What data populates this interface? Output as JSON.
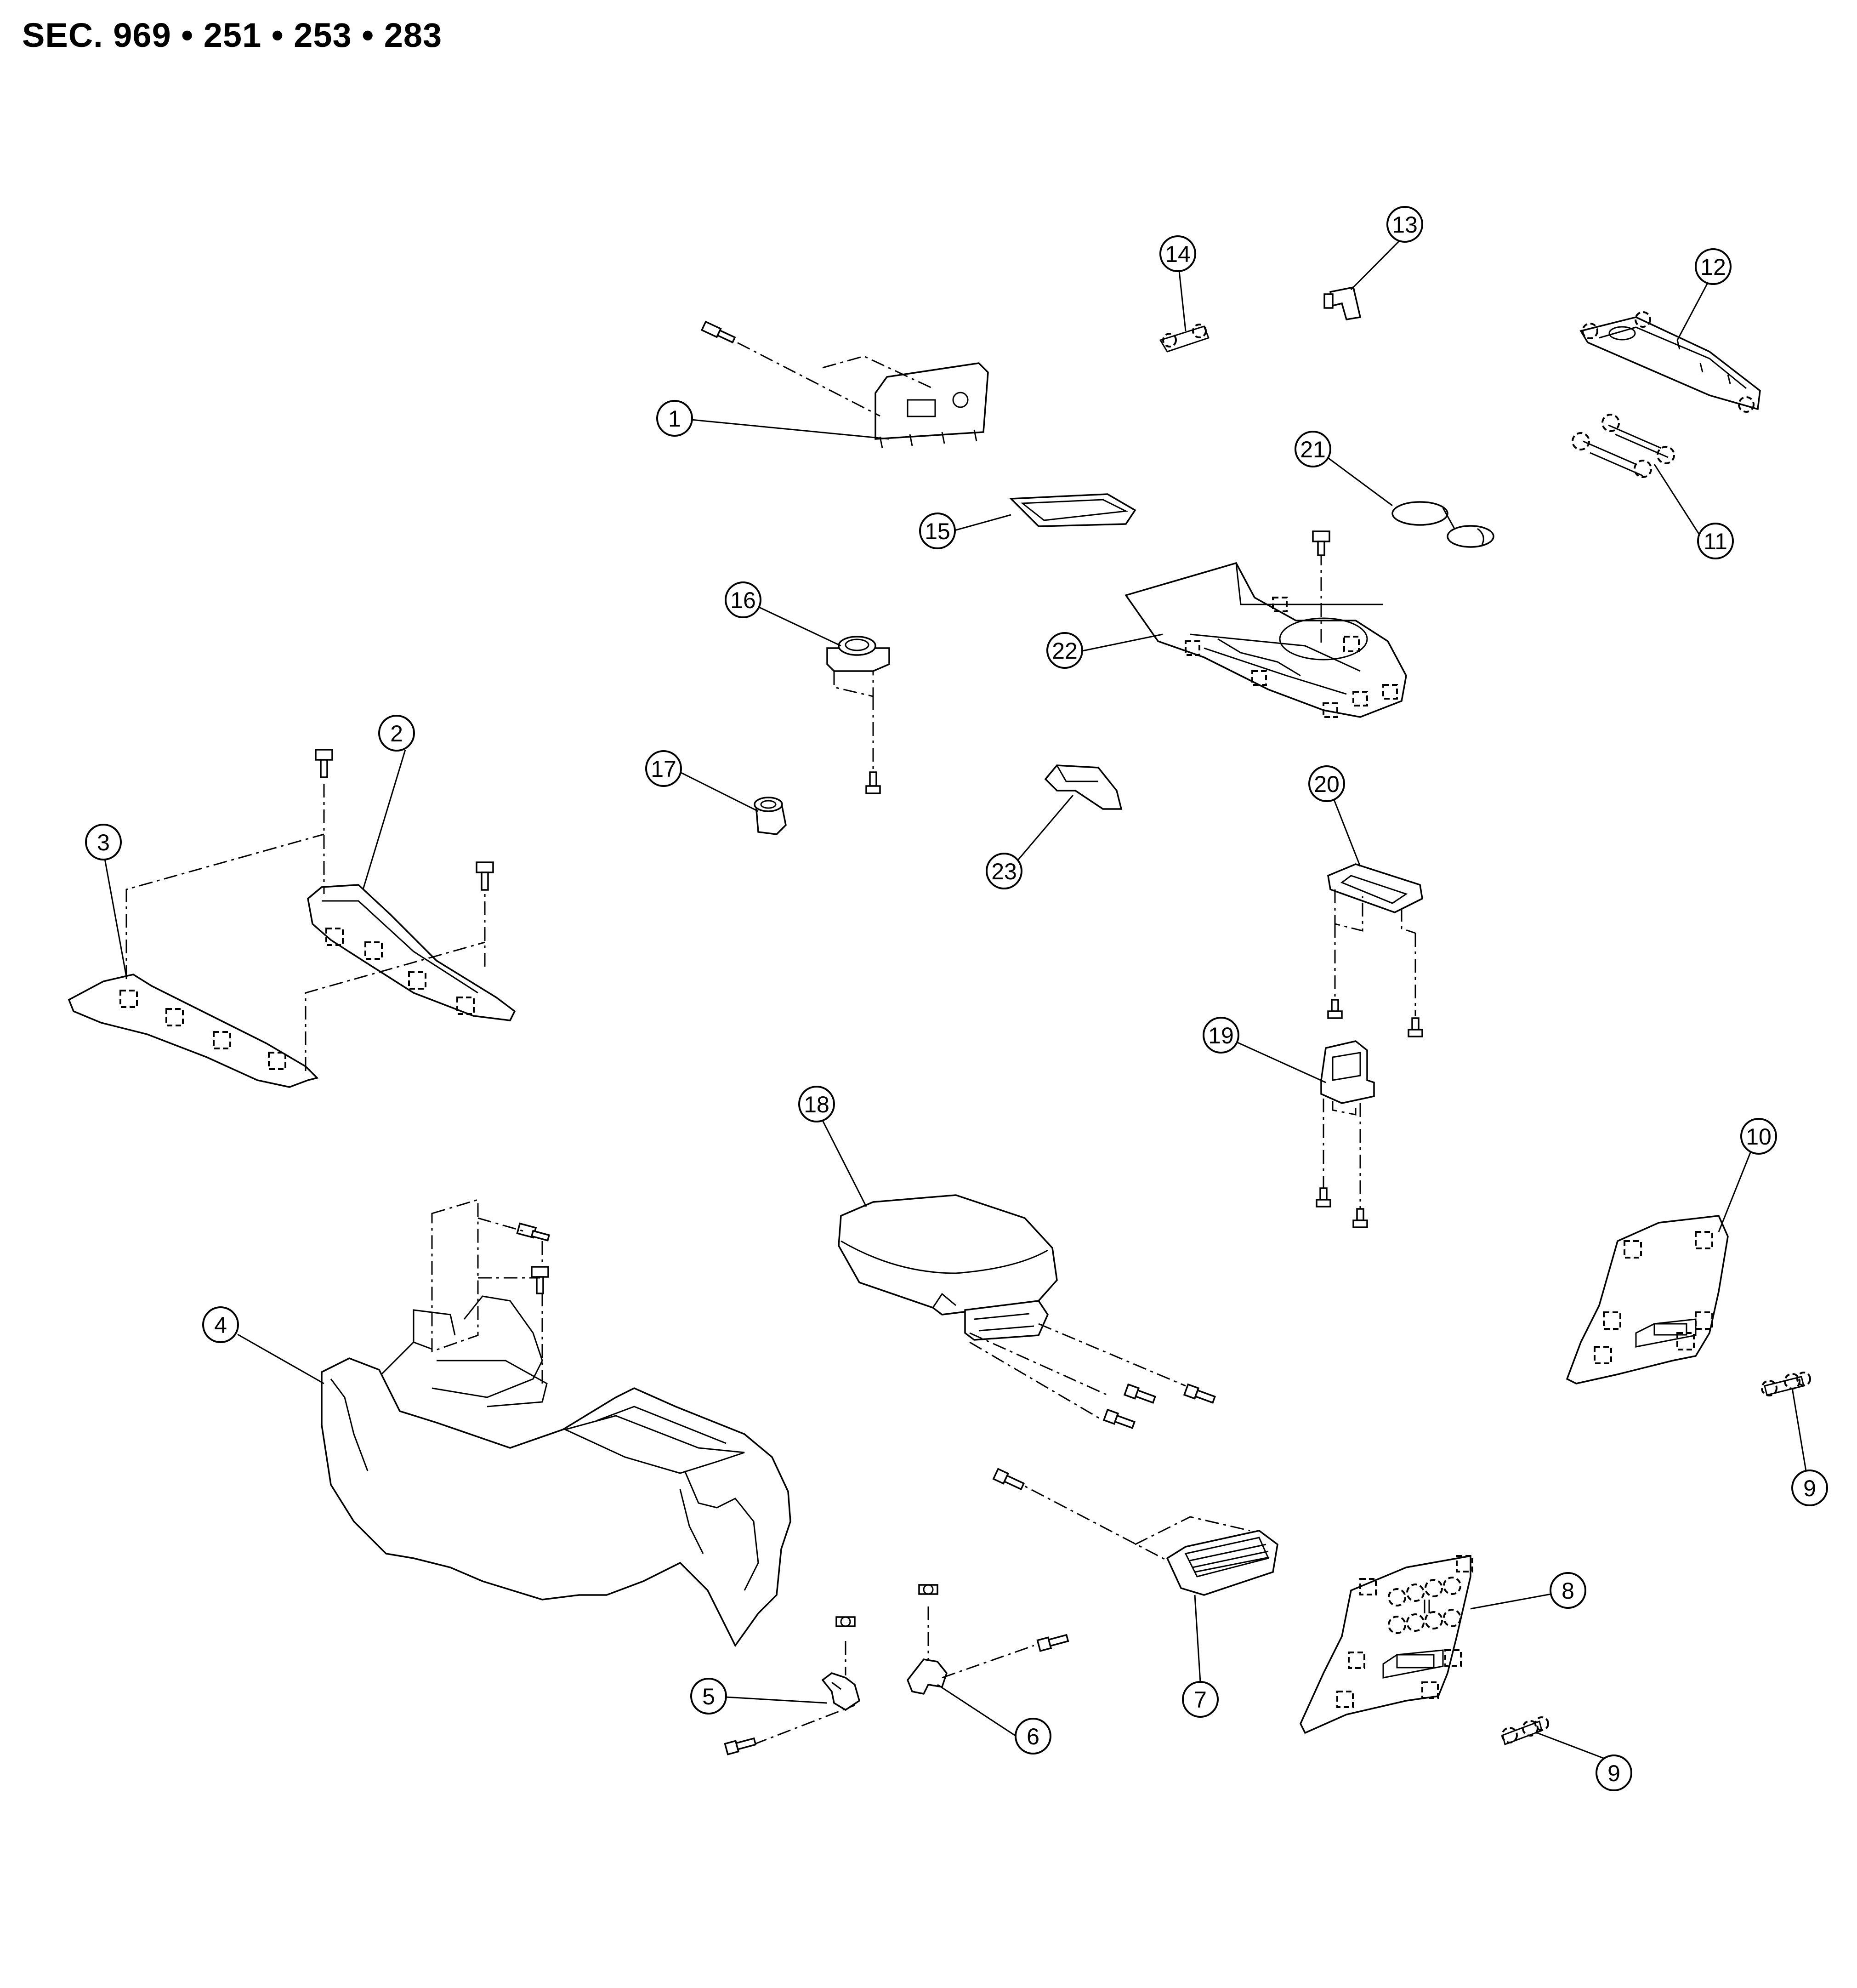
{
  "header": {
    "section_text": "SEC. 969 • 251 • 253 • 283"
  },
  "callouts": [
    {
      "label": "1"
    },
    {
      "label": "2"
    },
    {
      "label": "3"
    },
    {
      "label": "4"
    },
    {
      "label": "5"
    },
    {
      "label": "6"
    },
    {
      "label": "7"
    },
    {
      "label": "8"
    },
    {
      "label": "9"
    },
    {
      "label": "9"
    },
    {
      "label": "10"
    },
    {
      "label": "11"
    },
    {
      "label": "12"
    },
    {
      "label": "13"
    },
    {
      "label": "14"
    },
    {
      "label": "15"
    },
    {
      "label": "16"
    },
    {
      "label": "17"
    },
    {
      "label": "18"
    },
    {
      "label": "19"
    },
    {
      "label": "20"
    },
    {
      "label": "21"
    },
    {
      "label": "22"
    },
    {
      "label": "23"
    }
  ]
}
